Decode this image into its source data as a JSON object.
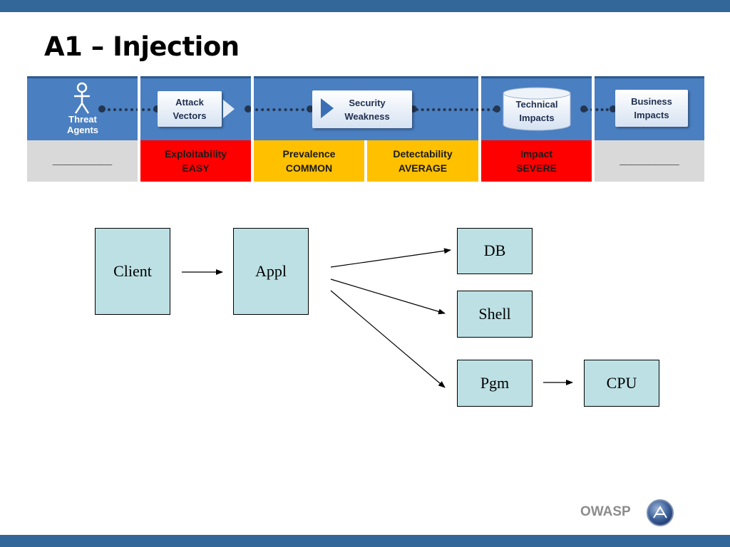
{
  "slide": {
    "title": "A1 – Injection"
  },
  "risk_banner": {
    "threat_agents": {
      "label_line1": "Threat",
      "label_line2": "Agents",
      "rating": "__________"
    },
    "attack_vectors": {
      "label_line1": "Attack",
      "label_line2": "Vectors",
      "metric": "Exploitability",
      "value": "EASY"
    },
    "security_weakness": {
      "label_line1": "Security",
      "label_line2": "Weakness",
      "prevalence_metric": "Prevalence",
      "prevalence_value": "COMMON",
      "detectability_metric": "Detectability",
      "detectability_value": "AVERAGE"
    },
    "technical_impacts": {
      "label_line1": "Technical",
      "label_line2": "Impacts",
      "metric": "Impact",
      "value": "SEVERE"
    },
    "business_impacts": {
      "label_line1": "Business",
      "label_line2": "Impacts",
      "rating": "__________"
    },
    "colors": {
      "severe": "#ff0000",
      "medium": "#ffc000",
      "neutral": "#d9d9d9",
      "band": "#4a7fc1"
    }
  },
  "flow": {
    "client": "Client",
    "appl": "Appl",
    "db": "DB",
    "shell": "Shell",
    "pgm": "Pgm",
    "cpu": "CPU",
    "box_color": "#bde0e4"
  },
  "footer": {
    "brand": "OWASP"
  }
}
